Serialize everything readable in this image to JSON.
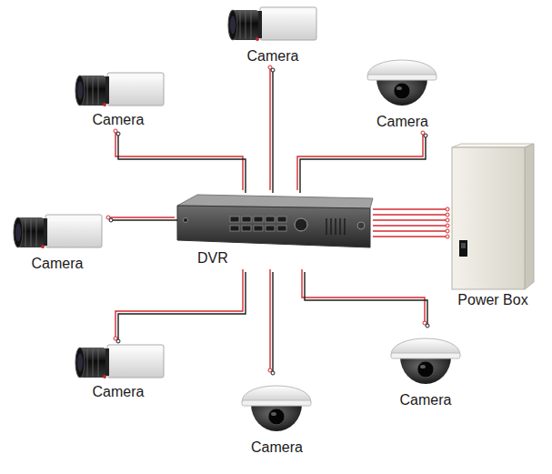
{
  "diagram": {
    "nodes": [
      {
        "text": [
          "Camera"
        ]
      },
      {
        "text": [
          "Camera"
        ]
      },
      {
        "text": [
          "Camera"
        ]
      },
      {
        "text": [
          "Camera"
        ]
      },
      {
        "text": [
          "DVR"
        ]
      },
      {
        "text": [
          "Power Box"
        ]
      },
      {
        "text": [
          "Camera"
        ]
      },
      {
        "text": [
          "Camera"
        ]
      },
      {
        "text": [
          "Camera"
        ]
      }
    ],
    "edges": [
      {
        "from": 0,
        "to": 4,
        "arrow": "none"
      },
      {
        "from": 1,
        "to": 4,
        "arrow": "none"
      },
      {
        "from": 2,
        "to": 4,
        "arrow": "none"
      },
      {
        "from": 3,
        "to": 4,
        "arrow": "none"
      },
      {
        "from": 5,
        "to": 4,
        "arrow": "none"
      },
      {
        "from": 6,
        "to": 4,
        "arrow": "none"
      },
      {
        "from": 7,
        "to": 4,
        "arrow": "none"
      },
      {
        "from": 8,
        "to": 4,
        "arrow": "none"
      }
    ]
  }
}
